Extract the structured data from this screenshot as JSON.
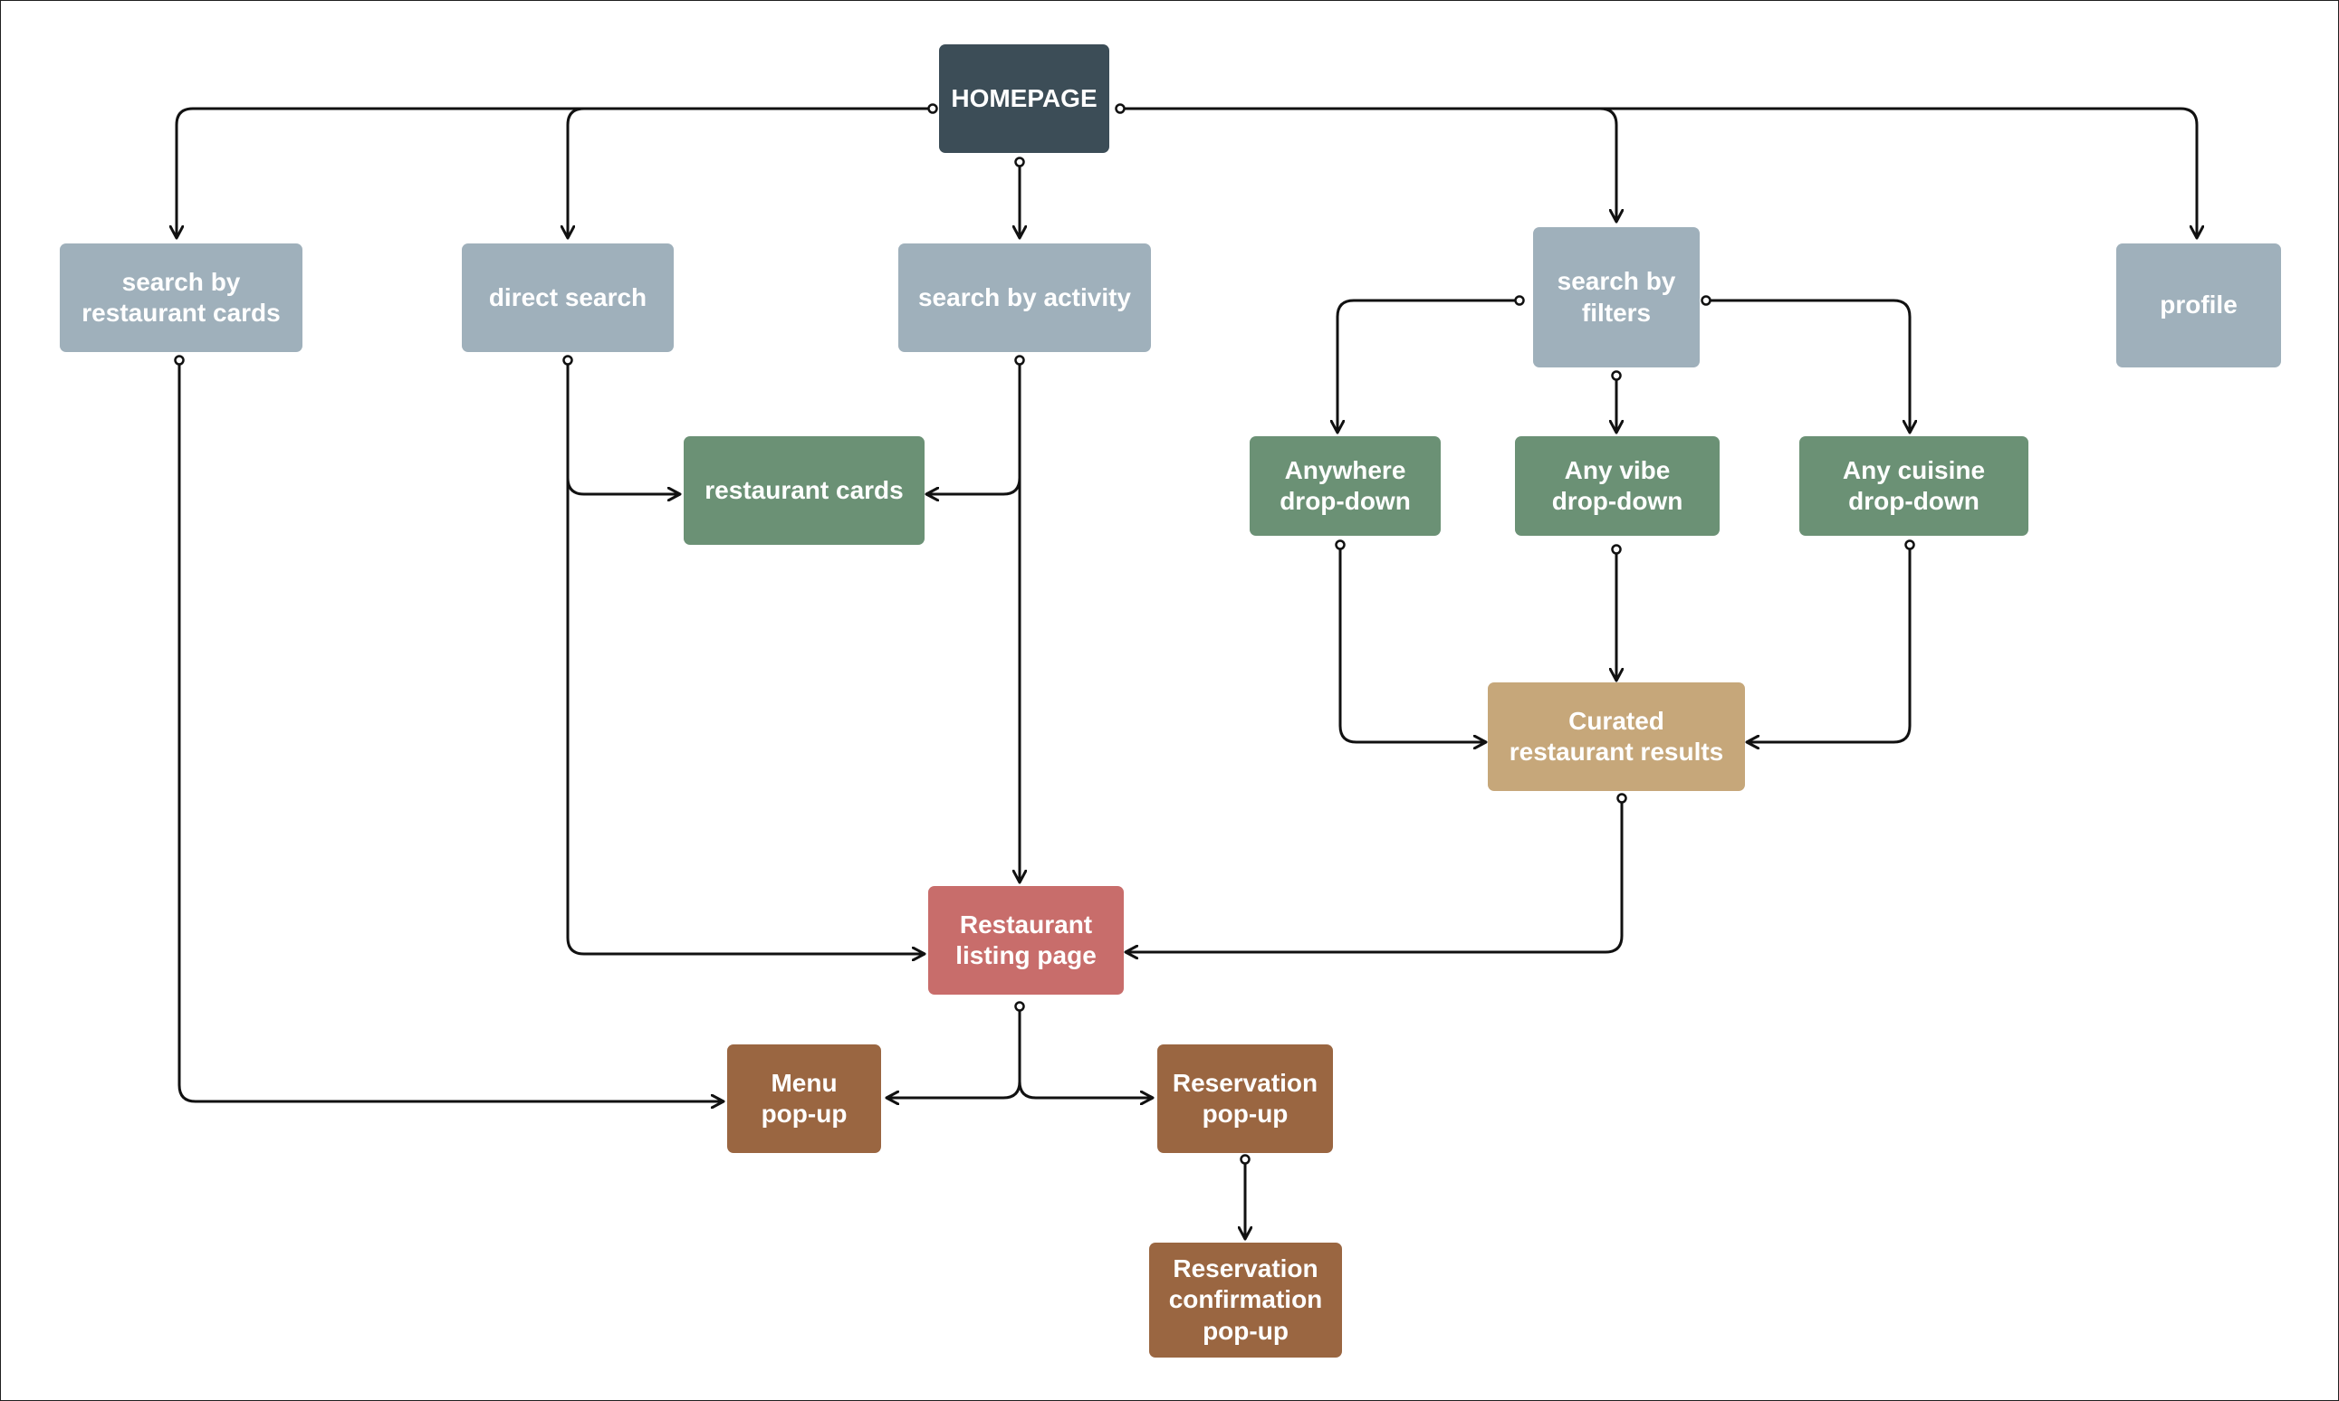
{
  "colors": {
    "root": "#3c4d57",
    "search_mode": "#9fb0bb",
    "filter_option": "#6b9175",
    "results": "#c6a77a",
    "listing": "#c86d6b",
    "popup": "#9a6641",
    "edge": "#111111"
  },
  "nodes": {
    "homepage": "HOMEPAGE",
    "search_by_cards": "search by\nrestaurant cards",
    "direct_search": "direct search",
    "search_by_activity": "search by activity",
    "search_by_filters": "search by\nfilters",
    "profile": "profile",
    "restaurant_cards": "restaurant cards",
    "anywhere_dropdown": "Anywhere\ndrop-down",
    "any_vibe_dropdown": "Any vibe\ndrop-down",
    "any_cuisine_dropdown": "Any cuisine\ndrop-down",
    "curated_results": "Curated\nrestaurant results",
    "restaurant_listing": "Restaurant\nlisting page",
    "menu_popup": "Menu\npop-up",
    "reservation_popup": "Reservation\npop-up",
    "reservation_confirmation": "Reservation\nconfirmation\npop-up"
  },
  "edges": [
    {
      "from": "homepage",
      "to": "search_by_cards"
    },
    {
      "from": "homepage",
      "to": "direct_search"
    },
    {
      "from": "homepage",
      "to": "search_by_activity"
    },
    {
      "from": "homepage",
      "to": "search_by_filters"
    },
    {
      "from": "homepage",
      "to": "profile"
    },
    {
      "from": "direct_search",
      "to": "restaurant_cards"
    },
    {
      "from": "direct_search",
      "to": "restaurant_listing"
    },
    {
      "from": "search_by_activity",
      "to": "restaurant_cards"
    },
    {
      "from": "search_by_activity",
      "to": "restaurant_listing"
    },
    {
      "from": "search_by_filters",
      "to": "anywhere_dropdown"
    },
    {
      "from": "search_by_filters",
      "to": "any_vibe_dropdown"
    },
    {
      "from": "search_by_filters",
      "to": "any_cuisine_dropdown"
    },
    {
      "from": "anywhere_dropdown",
      "to": "curated_results"
    },
    {
      "from": "any_vibe_dropdown",
      "to": "curated_results"
    },
    {
      "from": "any_cuisine_dropdown",
      "to": "curated_results"
    },
    {
      "from": "curated_results",
      "to": "restaurant_listing"
    },
    {
      "from": "search_by_cards",
      "to": "menu_popup"
    },
    {
      "from": "restaurant_listing",
      "to": "menu_popup"
    },
    {
      "from": "restaurant_listing",
      "to": "reservation_popup"
    },
    {
      "from": "reservation_popup",
      "to": "reservation_confirmation"
    }
  ]
}
